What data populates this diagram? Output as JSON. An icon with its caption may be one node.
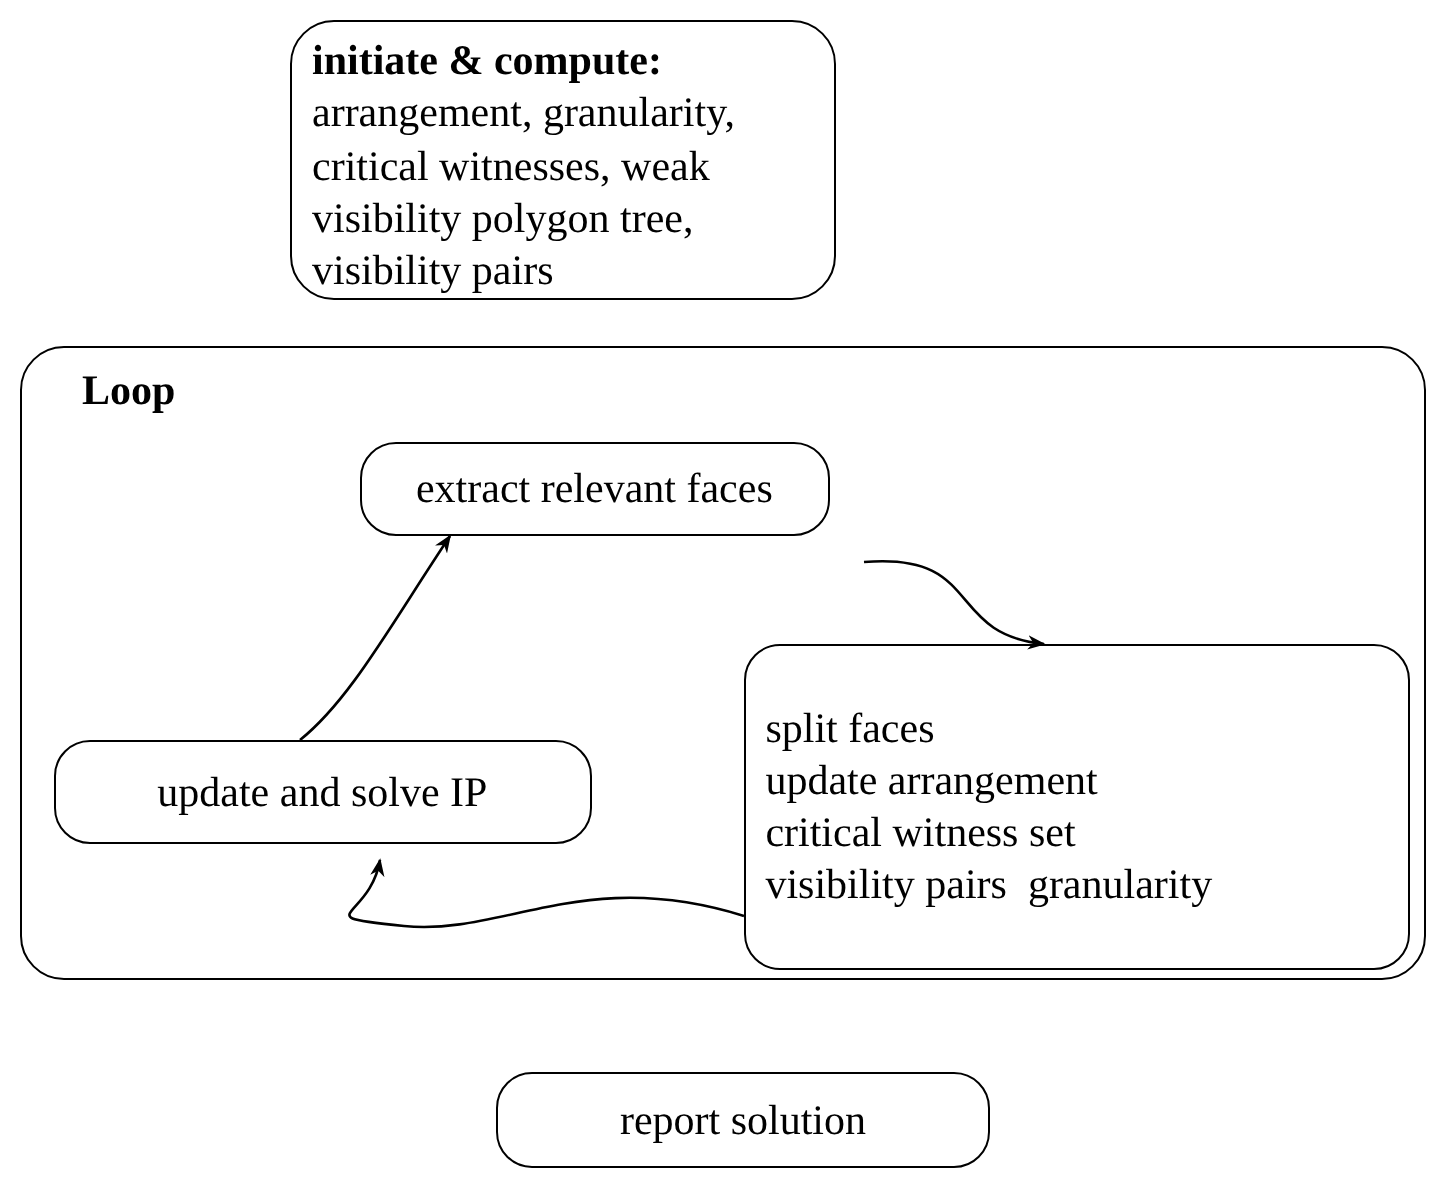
{
  "diagram": {
    "nodes": [
      {
        "text": [
          "initiate & compute:",
          "arrangement, granularity, critical witnesses, weak visibility polygon tree, visibility pairs"
        ]
      },
      {
        "text": [
          "Loop"
        ]
      },
      {
        "text": [
          "extract relevant faces"
        ],
        "in": 1
      },
      {
        "text": [
          "split faces",
          "update arrangement",
          "critical witness set",
          "visibility pairs  granularity"
        ],
        "in": 1
      },
      {
        "text": [
          "update and solve IP"
        ],
        "in": 1
      },
      {
        "text": [
          "report solution"
        ]
      }
    ],
    "edges": [
      {
        "from": 4,
        "to": 2,
        "arrow": "to"
      },
      {
        "from": 2,
        "to": 3,
        "arrow": "to"
      },
      {
        "from": 3,
        "to": 4,
        "arrow": "to"
      }
    ]
  }
}
